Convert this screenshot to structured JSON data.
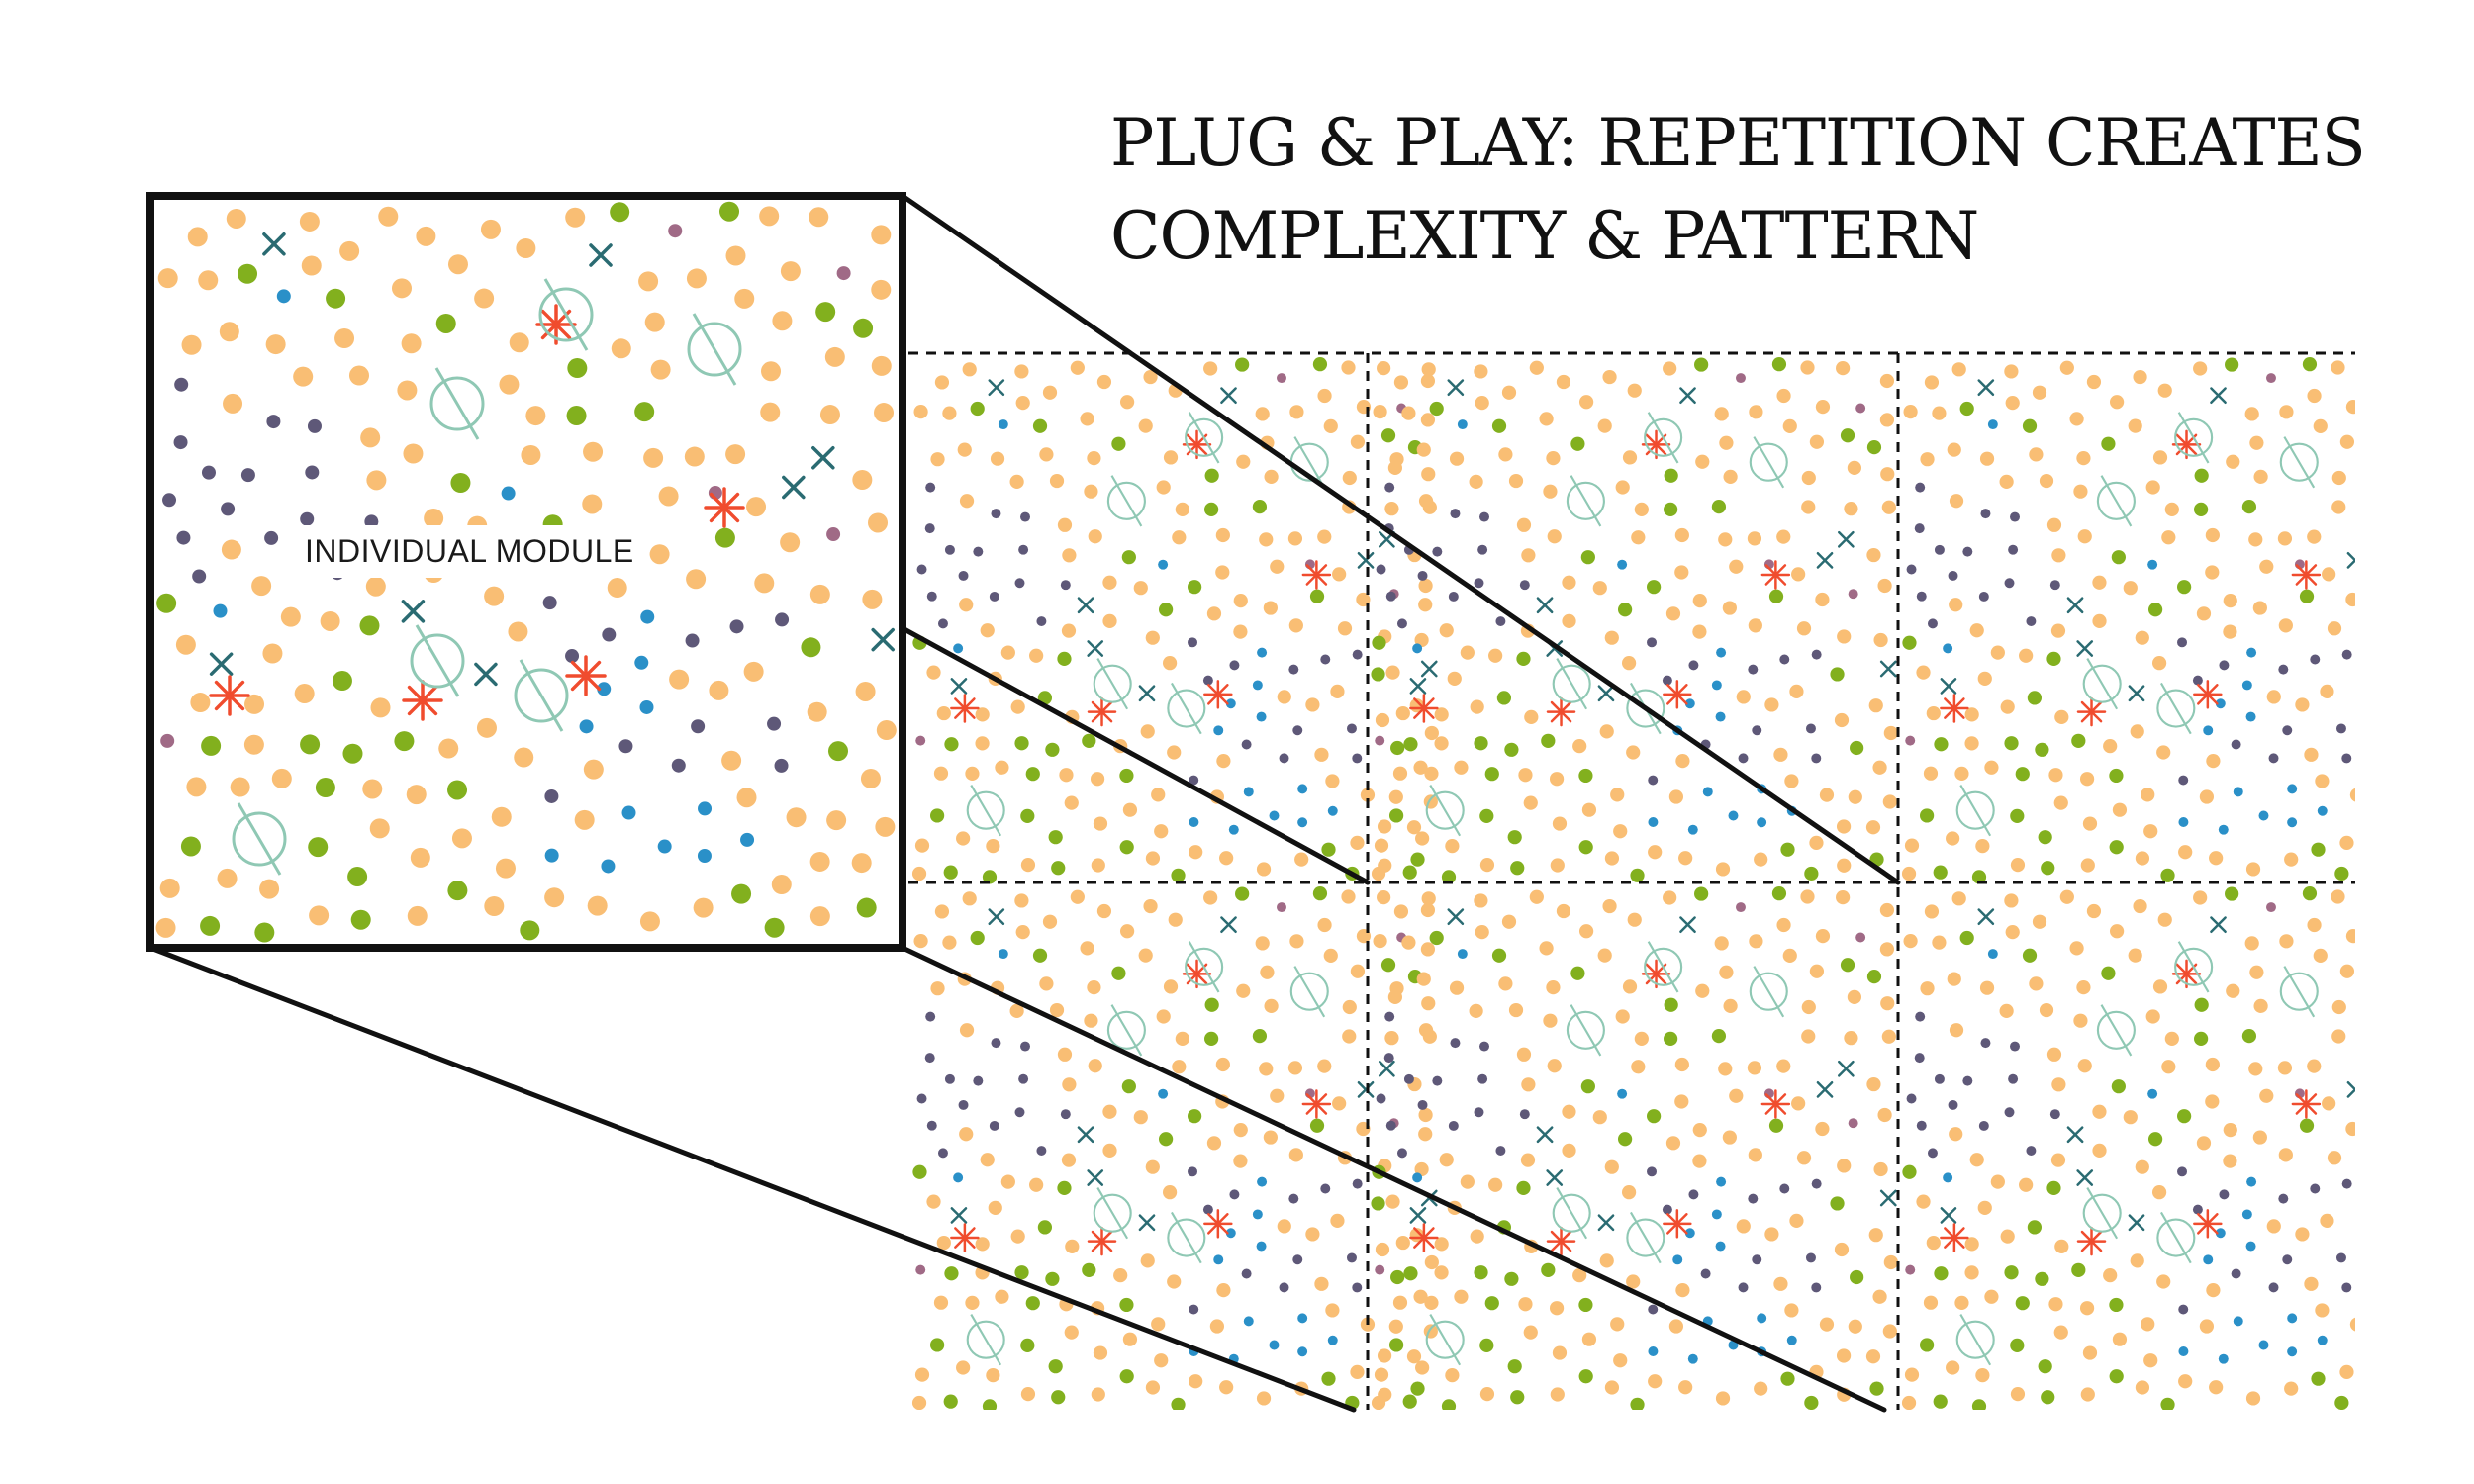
{
  "title": {
    "line1": "PLUG & PLAY: REPETITION CREATES",
    "line2": "COMPLEXITY & PATTERN"
  },
  "module": {
    "label": "INDIVIDUAL MODULE"
  },
  "tiles": {
    "rows": 2,
    "columns": 3
  },
  "palette": {
    "orange": "#f9be74",
    "green": "#82b01e",
    "teal": "#2a6b72",
    "purple": "#5e5878",
    "mauve": "#a06a86",
    "blue": "#2a90c8",
    "red": "#f04c2e",
    "mint": "#8fc8b4",
    "frame": "#111111"
  },
  "icons": [
    "dot-icon",
    "x-icon",
    "asterisk-icon",
    "slashed-circle-icon"
  ]
}
